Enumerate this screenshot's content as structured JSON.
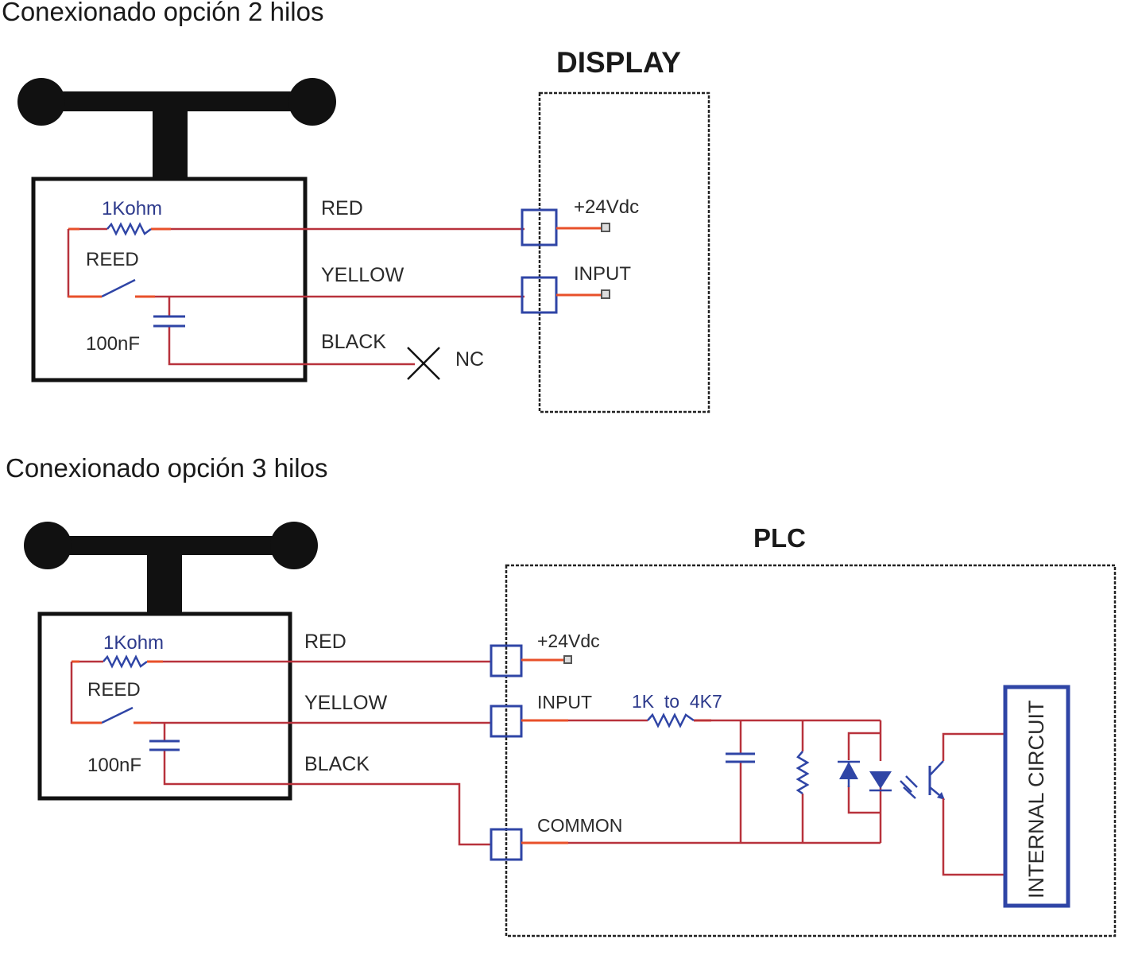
{
  "sections": [
    {
      "heading": "Conexionado opción 2 hilos",
      "sensor": {
        "resistor_label": "1Kohm",
        "switch_label": "REED",
        "capacitor_label": "100nF"
      },
      "wires": [
        "RED",
        "YELLOW",
        "BLACK"
      ],
      "nc_label": "NC",
      "device": {
        "title": "DISPLAY",
        "terminals": [
          "+24Vdc",
          "INPUT"
        ]
      }
    },
    {
      "heading": "Conexionado opción 3 hilos",
      "sensor": {
        "resistor_label": "1Kohm",
        "switch_label": "REED",
        "capacitor_label": "100nF"
      },
      "wires": [
        "RED",
        "YELLOW",
        "BLACK"
      ],
      "device": {
        "title": "PLC",
        "terminals": [
          "+24Vdc",
          "INPUT",
          "COMMON"
        ],
        "input_resistor_label": "1K  to  4K7",
        "internal_block_label": "INTERNAL CIRCUIT"
      }
    }
  ],
  "colors": {
    "wire": "#b8323c",
    "wire_highlight": "#e8502a",
    "component_blue": "#2f45a6",
    "outline": "#111111"
  }
}
